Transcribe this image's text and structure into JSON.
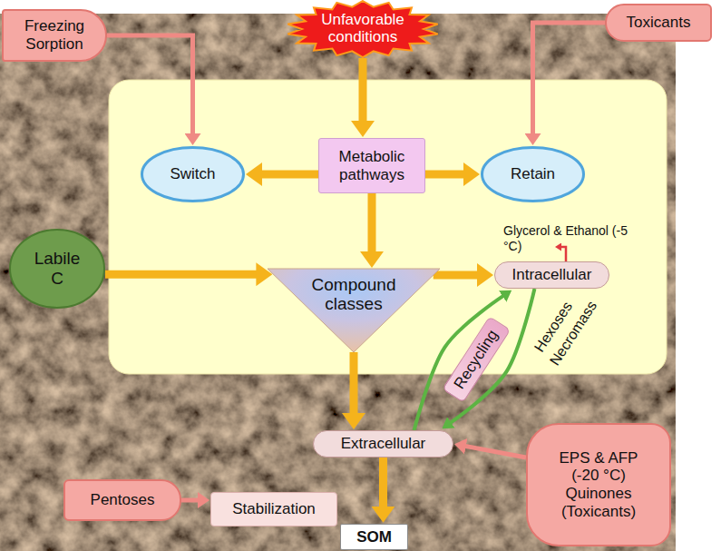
{
  "diagram": {
    "nodes": [
      {
        "text": [
          "Unfavorable conditions"
        ]
      },
      {
        "text": [
          "Freezing Sorption"
        ]
      },
      {
        "text": [
          "Toxicants"
        ]
      },
      {
        "text": [
          "Switch"
        ]
      },
      {
        "text": [
          "Metabolic pathways"
        ]
      },
      {
        "text": [
          "Retain"
        ]
      },
      {
        "text": [
          "Labile C"
        ]
      },
      {
        "text": [
          "Compound classes"
        ]
      },
      {
        "text": [
          "Intracellular"
        ]
      },
      {
        "text": [
          "Recycling"
        ]
      },
      {
        "text": [
          "Extracellular"
        ]
      },
      {
        "text": [
          "EPS & AFP (-20 °C) Quinones (Toxicants)"
        ]
      },
      {
        "text": [
          "Pentoses"
        ]
      },
      {
        "text": [
          "Stabilization"
        ]
      },
      {
        "text": [
          "SOM"
        ]
      }
    ],
    "edges": [
      {
        "from": 0,
        "to": 4,
        "arrow": "to"
      },
      {
        "from": 4,
        "to": 3,
        "arrow": "to"
      },
      {
        "from": 4,
        "to": 5,
        "arrow": "to"
      },
      {
        "from": 1,
        "to": 3,
        "arrow": "to"
      },
      {
        "from": 2,
        "to": 5,
        "arrow": "to"
      },
      {
        "from": 4,
        "to": 7,
        "arrow": "to"
      },
      {
        "from": 6,
        "to": 7,
        "arrow": "to"
      },
      {
        "from": 7,
        "to": 8,
        "arrow": "to"
      },
      {
        "from": 7,
        "to": 10,
        "arrow": "to"
      },
      {
        "from": 8,
        "to": 10,
        "arrow": "to"
      },
      {
        "from": 10,
        "to": 8,
        "arrow": "to"
      },
      {
        "from": 11,
        "to": 10,
        "arrow": "to"
      },
      {
        "from": 12,
        "to": 13,
        "arrow": "to"
      },
      {
        "from": 10,
        "to": 14,
        "arrow": "to"
      }
    ],
    "labels": [
      "Glycerol & Ethanol (-5 °C)",
      "Hexoses",
      "Necromass"
    ]
  }
}
